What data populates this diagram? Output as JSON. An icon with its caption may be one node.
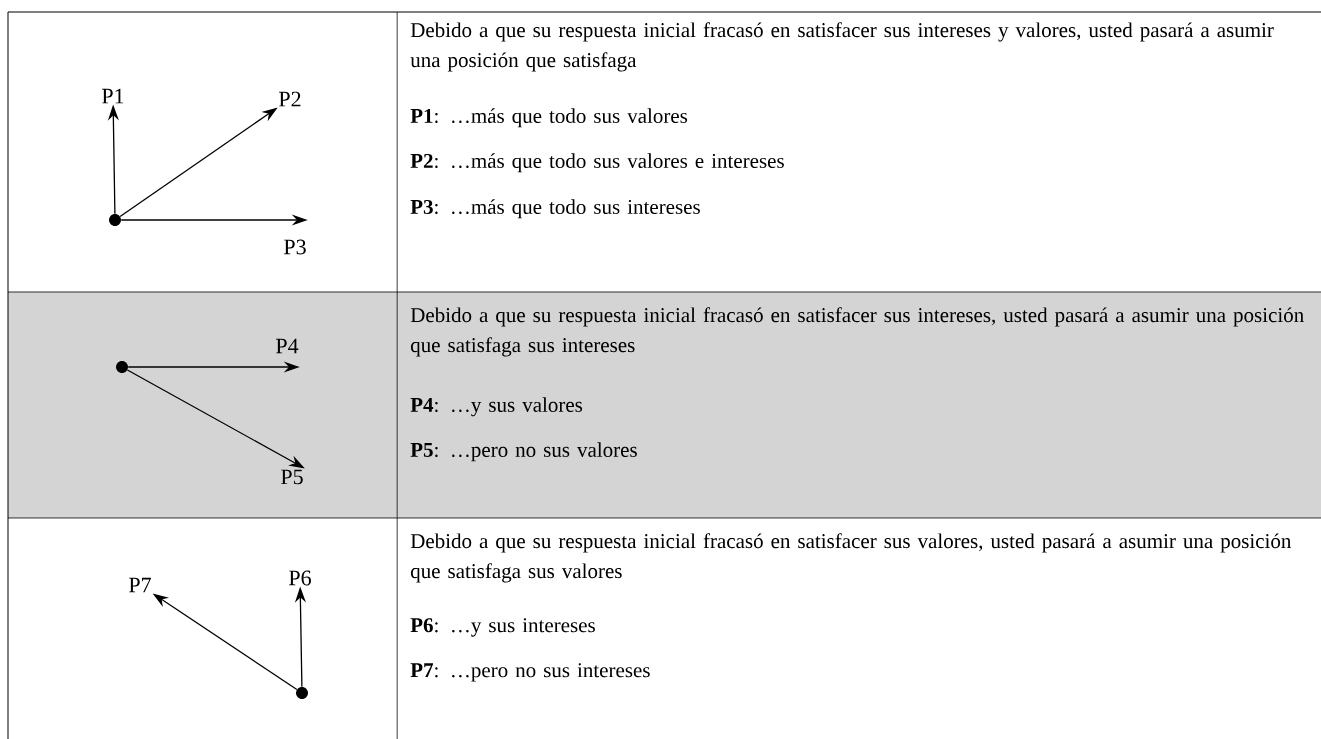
{
  "diagram": {
    "nodes": [
      {
        "text": [
          "P1"
        ]
      },
      {
        "text": [
          "P2"
        ]
      },
      {
        "text": [],
        "shape": "circle"
      },
      {
        "text": [
          "P3"
        ]
      },
      {
        "text": [],
        "shape": "circle"
      },
      {
        "text": [
          "P4"
        ]
      },
      {
        "text": [
          "P5"
        ]
      },
      {
        "text": [
          "P7"
        ]
      },
      {
        "text": [
          "P6"
        ]
      },
      {
        "text": [],
        "shape": "circle"
      }
    ],
    "edges": [
      {
        "from": 2,
        "to": 0,
        "arrow": "to"
      },
      {
        "from": 2,
        "to": 1,
        "arrow": "to"
      },
      {
        "from": 2,
        "to": 3,
        "arrow": "to"
      },
      {
        "from": 4,
        "to": 5,
        "arrow": "to"
      },
      {
        "from": 4,
        "to": 6,
        "arrow": "to"
      },
      {
        "from": 9,
        "to": 8,
        "arrow": "to"
      },
      {
        "from": 9,
        "to": 7,
        "arrow": "to"
      }
    ],
    "labels": [
      "Debido a que su respuesta inicial fracasó en satisfacer sus intereses y valores, usted pasará a asumir una posición que satisfaga",
      "**P1**: …más que todo sus valores",
      "**P2**: …más que todo sus valores e intereses",
      "**P3**: …más que todo sus intereses",
      "Debido a que su respuesta inicial fracasó en satisfacer sus intereses, usted pasará a asumir una posición que satisfaga sus intereses",
      "**P4**: …y sus valores",
      "**P5**: …pero no sus valores",
      "Debido a que su respuesta inicial fracasó en satisfacer sus valores, usted pasará a asumir una posición que satisfaga sus valores",
      "**P6**: …y sus intereses",
      "**P7**: …pero no sus intereses"
    ]
  }
}
